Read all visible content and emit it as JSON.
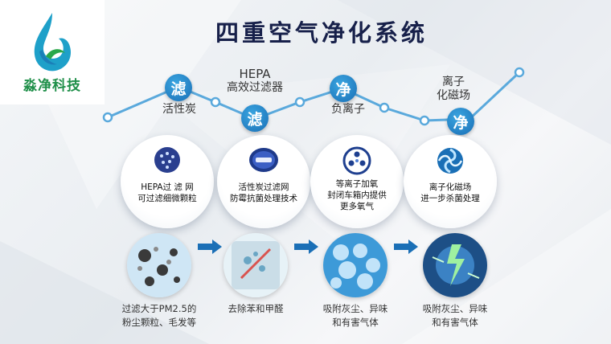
{
  "logo": {
    "name": "淼净科技"
  },
  "title": "四重空气净化系统",
  "wave": {
    "badges": [
      "滤",
      "滤",
      "净",
      "净"
    ],
    "labels": [
      "活性炭",
      "HEPA",
      "高效过滤器",
      "负离子",
      "离子",
      "化磁场"
    ]
  },
  "features": [
    {
      "line1": "HEPA过 滤 网",
      "line2": "可过滤细微颗粒",
      "line3": ""
    },
    {
      "line1": "活性炭过滤网",
      "line2": "防霉抗菌处理技术",
      "line3": ""
    },
    {
      "line1": "等离子加氧",
      "line2": "封闭车箱内提供",
      "line3": "更多氧气"
    },
    {
      "line1": "离子化磁场",
      "line2": "进一步杀菌处理",
      "line3": ""
    }
  ],
  "effects": [
    {
      "line1": "过滤大于PM2.5的",
      "line2": "粉尘颗粒、毛发等"
    },
    {
      "line1": "去除苯和甲醛",
      "line2": ""
    },
    {
      "line1": "吸附灰尘、异味",
      "line2": "和有害气体"
    },
    {
      "line1": "吸附灰尘、异味",
      "line2": "和有害气体"
    }
  ],
  "colors": {
    "accent": "#1a6fb6",
    "title": "#17204a",
    "brand": "#1f8f49",
    "line": "#5aa9dc"
  }
}
